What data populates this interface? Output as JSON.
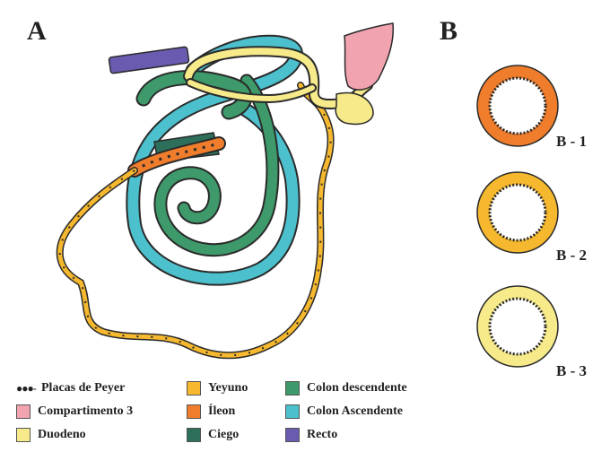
{
  "panels": {
    "a_label": "A",
    "b_label": "B"
  },
  "rings": [
    {
      "label": "B - 1",
      "fill": "#ef7d2c"
    },
    {
      "label": "B - 2",
      "fill": "#f5b82e"
    },
    {
      "label": "B - 3",
      "fill": "#f7ea8a"
    }
  ],
  "colors": {
    "yeyuno": "#f5b82e",
    "ileon": "#ef7d2c",
    "ciego": "#2e6f5c",
    "colon_descendente": "#3e9a6a",
    "colon_ascendente": "#4cc0cc",
    "recto": "#6a5bb0",
    "compartimento3": "#f2a3b0",
    "duodeno": "#f7ea8a"
  },
  "legend": [
    {
      "key": "placas",
      "label": "Placas de Peyer",
      "icon": "peyer-patch-icon"
    },
    {
      "key": "yeyuno",
      "label": "Yeyuno",
      "color": "#f5b82e"
    },
    {
      "key": "colon_descendente",
      "label": "Colon descendente",
      "color": "#3e9a6a"
    },
    {
      "key": "compartimento3",
      "label": "Compartimento 3",
      "color": "#f2a3b0"
    },
    {
      "key": "ileon",
      "label": "Íleon",
      "color": "#ef7d2c"
    },
    {
      "key": "colon_ascendente",
      "label": "Colon Ascendente",
      "color": "#4cc0cc"
    },
    {
      "key": "duodeno",
      "label": "Duodeno",
      "color": "#f7ea8a"
    },
    {
      "key": "ciego",
      "label": "Ciego",
      "color": "#2e6f5c"
    },
    {
      "key": "recto",
      "label": "Recto",
      "color": "#6a5bb0"
    }
  ]
}
